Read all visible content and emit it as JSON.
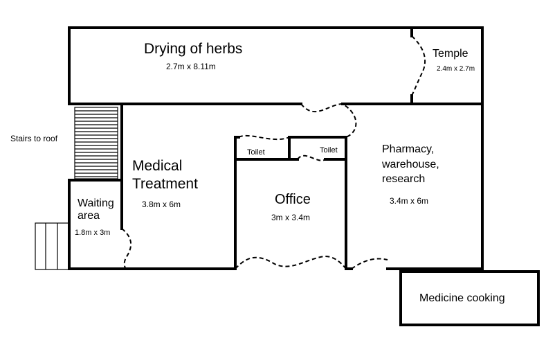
{
  "rooms": {
    "drying": {
      "label": "Drying of herbs",
      "dims": "2.7m x 8.11m"
    },
    "temple": {
      "label": "Temple",
      "dims": "2.4m x 2.7m"
    },
    "stairs": {
      "label": "Stairs to roof"
    },
    "medical": {
      "label_line1": "Medical",
      "label_line2": "Treatment",
      "dims": "3.8m x 6m"
    },
    "waiting": {
      "label_line1": "Waiting",
      "label_line2": "area",
      "dims": "1.8m x 3m"
    },
    "toilet_left": {
      "label": "Toilet"
    },
    "toilet_right": {
      "label": "Toilet"
    },
    "office": {
      "label": "Office",
      "dims": "3m x 3.4m"
    },
    "pharmacy": {
      "label_line1": "Pharmacy,",
      "label_line2": "warehouse,",
      "label_line3": "research",
      "dims": "3.4m x 6m"
    },
    "cooking": {
      "label": "Medicine cooking"
    }
  }
}
